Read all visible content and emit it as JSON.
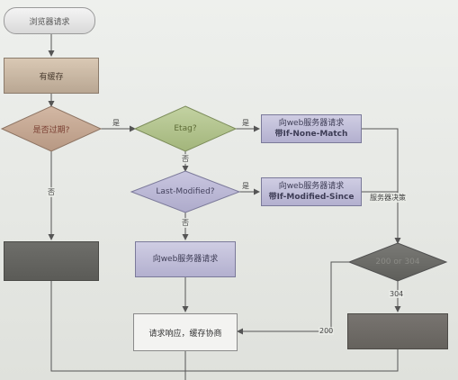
{
  "nodes": {
    "start": "浏览器请求",
    "has_cache": "有缓存",
    "is_expired": "是否过期?",
    "etag": "Etag?",
    "req_if_none_match_1": "向web服务器请求",
    "req_if_none_match_2": "带If-None-Match",
    "last_modified": "Last-Modified?",
    "req_if_modified_1": "向web服务器请求",
    "req_if_modified_2": "带If-Modified-Since",
    "server_decision": "服务器决策",
    "status_decision": "200 or 304",
    "read_cache": "",
    "request_server": "向web服务器请求",
    "response_cache": "请求响应，缓存协商",
    "bottom_right_box": ""
  },
  "edge_labels": {
    "yes_1": "是",
    "yes_2": "是",
    "yes_3": "是",
    "no_1": "否",
    "no_2": "否",
    "no_3": "否",
    "code_304": "304",
    "code_200": "200"
  },
  "colors": {
    "tan": "#c8b6a2",
    "lavender": "#c2bfdb",
    "green_diamond": "#aebf8a",
    "dark_box": "#62625e",
    "line": "#555555"
  }
}
